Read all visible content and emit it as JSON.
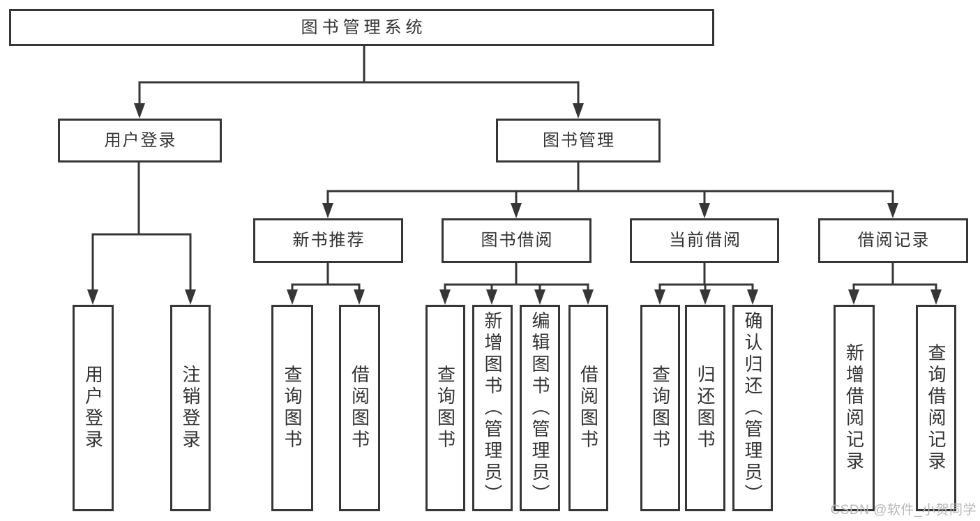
{
  "diagram": {
    "tree": {
      "label": "图书管理系统",
      "children": [
        {
          "label": "用户登录",
          "children": [
            {
              "label": "用户登录"
            },
            {
              "label": "注销登录"
            }
          ]
        },
        {
          "label": "图书管理",
          "children": [
            {
              "label": "新书推荐",
              "children": [
                {
                  "label": "查询图书"
                },
                {
                  "label": "借阅图书"
                }
              ]
            },
            {
              "label": "图书借阅",
              "children": [
                {
                  "label": "查询图书"
                },
                {
                  "label": "新增图书（管理员）"
                },
                {
                  "label": "编辑图书（管理员）"
                },
                {
                  "label": "借阅图书"
                }
              ]
            },
            {
              "label": "当前借阅",
              "children": [
                {
                  "label": "查询图书"
                },
                {
                  "label": "归还图书"
                },
                {
                  "label": "确认归还（管理员）"
                }
              ]
            },
            {
              "label": "借阅记录",
              "children": [
                {
                  "label": "新增借阅记录"
                },
                {
                  "label": "查询借阅记录"
                }
              ]
            }
          ]
        }
      ]
    },
    "colors": {
      "line": "#363636",
      "text": "#333333",
      "watermark": "#b7b7b7",
      "background": "#ffffff"
    }
  },
  "watermark": {
    "text": "CSDN @软件_小贺同学"
  }
}
